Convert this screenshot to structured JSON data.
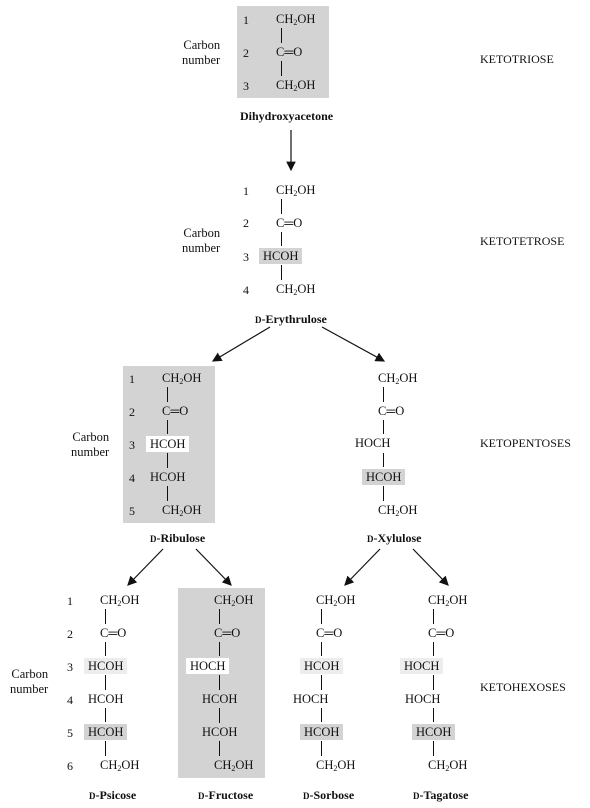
{
  "levels": {
    "ketotriose": "KETOTRIOSE",
    "ketotetrose": "KETOTETROSE",
    "ketopentoses": "KETOPENTOSES",
    "ketohexoses": "KETOHEXOSES"
  },
  "carbon_label": [
    "Carbon",
    "number"
  ],
  "carbon_numbers": [
    "1",
    "2",
    "3",
    "4",
    "5",
    "6"
  ],
  "groups": {
    "ch2oh_prefix": "CH",
    "ch2oh_sub": "2",
    "ch2oh_suffix": "OH",
    "carbonyl": "C═O",
    "hcoh": "HCOH",
    "hoch": "HOCH"
  },
  "sugars": {
    "dihydroxyacetone": {
      "name": "Dihydroxyacetone"
    },
    "erythrulose": {
      "prefix": "D",
      "name": "-Erythrulose"
    },
    "ribulose": {
      "prefix": "D",
      "name": "-Ribulose"
    },
    "xylulose": {
      "prefix": "D",
      "name": "-Xylulose"
    },
    "psicose": {
      "prefix": "D",
      "name": "-Psicose"
    },
    "fructose": {
      "prefix": "D",
      "name": "-Fructose"
    },
    "sorbose": {
      "prefix": "D",
      "name": "-Sorbose"
    },
    "tagatose": {
      "prefix": "D",
      "name": "-Tagatose"
    }
  },
  "colors": {
    "highlight": "#d3d3d3",
    "text": "#111111"
  }
}
